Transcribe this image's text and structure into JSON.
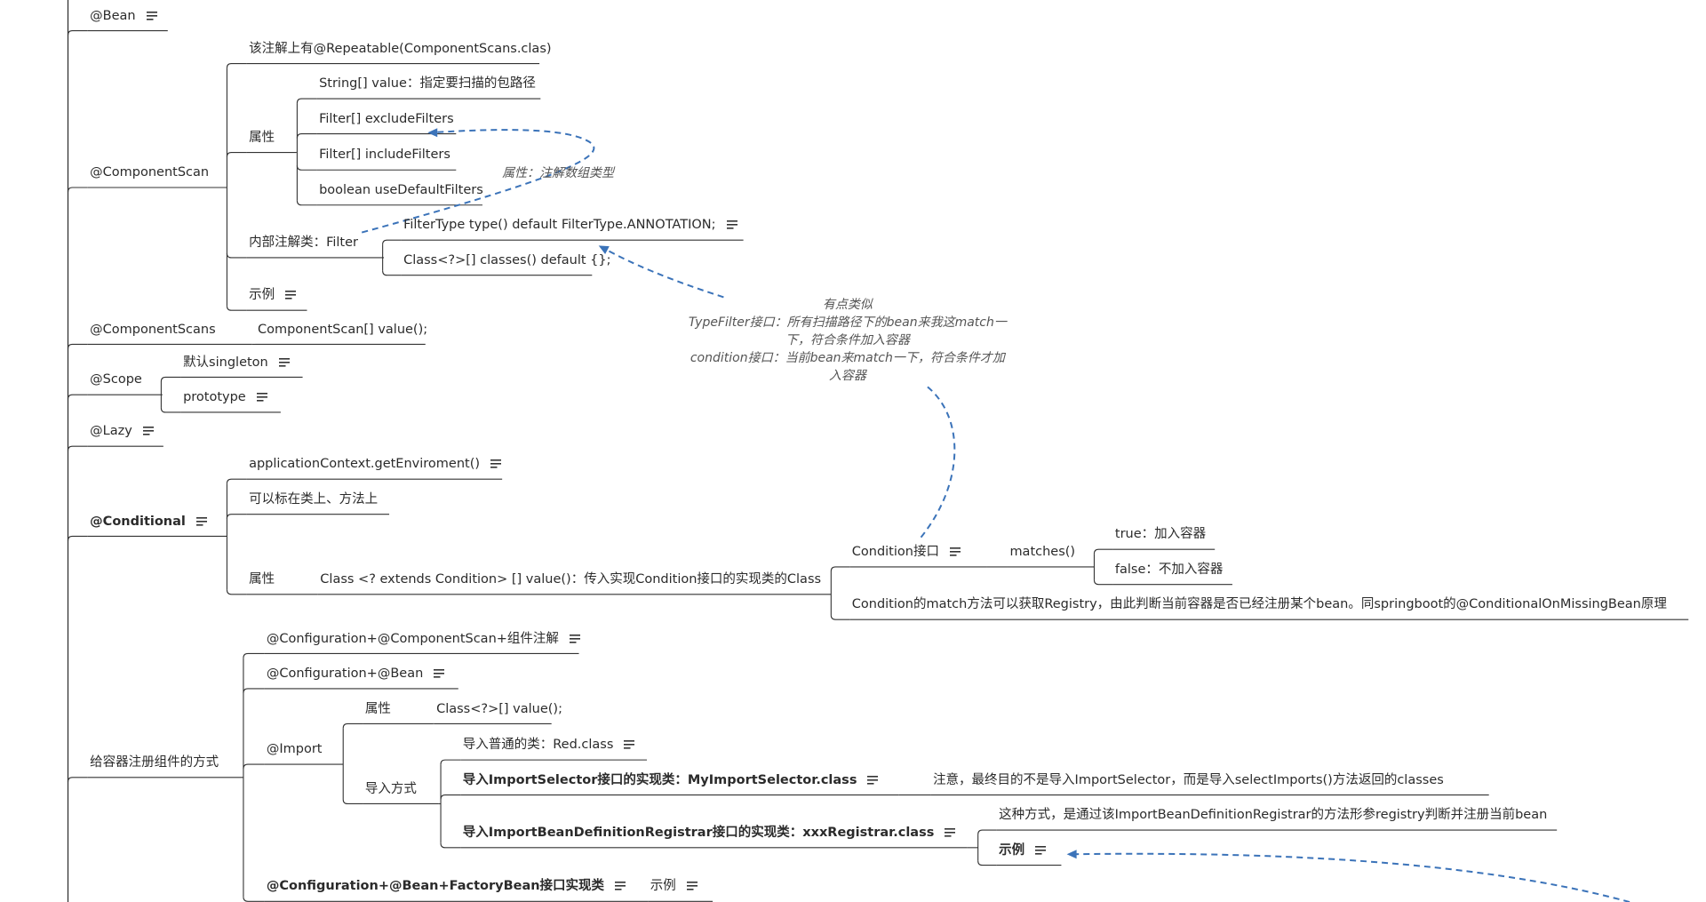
{
  "nodes": {
    "bean": "@Bean",
    "componentscan": "@ComponentScan",
    "cs_repeatable": "该注解上有@Repeatable(ComponentScans.clas)",
    "cs_attr": "属性",
    "cs_value": "String[] value：指定要扫描的包路径",
    "cs_exclude": "Filter[] excludeFilters",
    "cs_include": "Filter[] includeFilters",
    "cs_usedefault": "boolean useDefaultFilters",
    "cs_inner": "内部注解类：Filter",
    "cs_filtertype": "FilterType type() default FilterType.ANNOTATION;",
    "cs_classes": "Class<?>[] classes() default {};",
    "cs_example": "示例",
    "componentscans": "@ComponentScans",
    "componentscans_value": "ComponentScan[] value();",
    "scope": "@Scope",
    "scope_singleton": "默认singleton",
    "scope_prototype": "prototype",
    "lazy": "@Lazy",
    "conditional": "@Conditional",
    "cond_env": "applicationContext.getEnviroment()",
    "cond_where": "可以标在类上、方法上",
    "cond_attr": "属性",
    "cond_value": "Class <? extends Condition> [] value()：传入实现Condition接口的实现类的Class",
    "cond_iface": "Condition接口",
    "cond_matches": "matches()",
    "cond_true": "true：加入容器",
    "cond_false": "false：不加入容器",
    "cond_registry": "Condition的match方法可以获取Registry，由此判断当前容器是否已经注册某个bean。同springboot的@ConditionalOnMissingBean原理",
    "register": "给容器注册组件的方式",
    "reg_cfg_scan": "@Configuration+@ComponentScan+组件注解",
    "reg_cfg_bean": "@Configuration+@Bean",
    "reg_import": "@Import",
    "imp_attr": "属性",
    "imp_attr_value": "Class<?>[] value();",
    "imp_ways": "导入方式",
    "imp_plain": "导入普通的类：Red.class",
    "imp_selector": "导入ImportSelector接口的实现类：MyImportSelector.class",
    "imp_selector_note": "注意，最终目的不是导入ImportSelector，而是导入selectImports()方法返回的classes",
    "imp_registrar": "导入ImportBeanDefinitionRegistrar接口的实现类：xxxRegistrar.class",
    "imp_registrar_note": "这种方式，是通过该ImportBeanDefinitionRegistrar的方法形参registry判断并注册当前bean",
    "imp_registrar_example": "示例",
    "reg_factorybean": "@Configuration+@Bean+FactoryBean接口实现类",
    "reg_factorybean_example": "示例"
  },
  "notes": {
    "attr_type": "属性：注解数组类型",
    "similar": [
      "有点类似",
      "TypeFilter接口：所有扫描路径下的bean来我这match一",
      "下，符合条件加入容器",
      "condition接口：当前bean来match一下，符合条件才加",
      "入容器"
    ]
  },
  "colors": {
    "line": "#333333",
    "dash": "#3b73b9",
    "text": "#2b2b2b"
  }
}
